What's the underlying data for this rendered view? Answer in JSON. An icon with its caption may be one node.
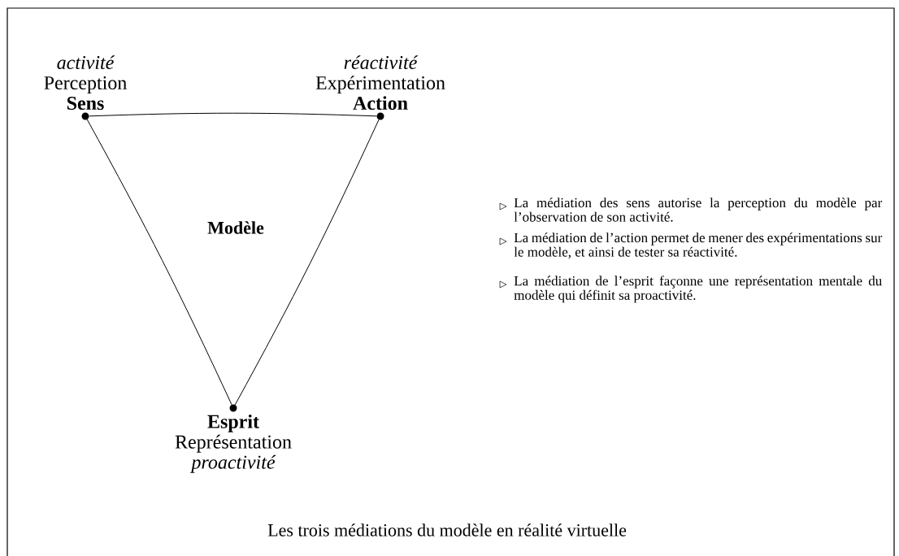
{
  "diagram": {
    "caption": "Les trois médiations du modèle en réalité virtuelle",
    "nodes": [
      {
        "text": [
          "activité",
          "Perception",
          "Sens"
        ]
      },
      {
        "text": [
          "réactivité",
          "Expérimentation",
          "Action"
        ]
      },
      {
        "text": [
          "Esprit",
          "Représentation",
          "proactivité"
        ]
      }
    ],
    "edges": [
      {
        "from": 0,
        "to": 1,
        "arrow": "none"
      },
      {
        "from": 0,
        "to": 2,
        "arrow": "none"
      },
      {
        "from": 1,
        "to": 2,
        "arrow": "none"
      }
    ],
    "labels": [
      "Modèle",
      "La médiation des sens autorise la perception du modèle par l’observation de son activité.",
      "La médiation de l’action permet de mener des expérimentations sur le modèle, et ainsi de tester sa réactivité.",
      "La médiation de l’esprit façonne une représentation mentale du modèle qui définit sa proactivité."
    ]
  }
}
